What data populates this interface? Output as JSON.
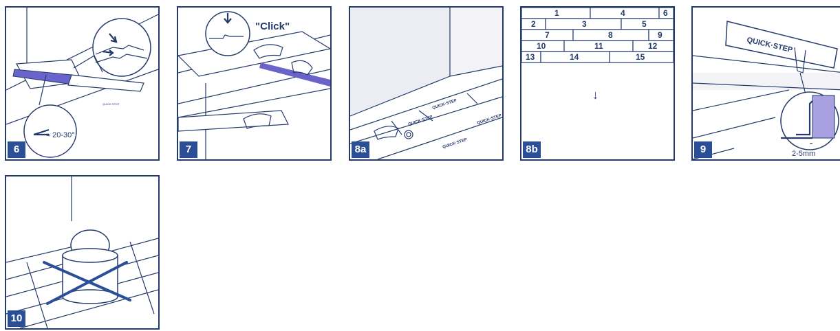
{
  "panels": {
    "p6": {
      "badge": "6",
      "angle_label": "≈ 20-30°"
    },
    "p7": {
      "badge": "7",
      "click_label": "\"Click\""
    },
    "p8a": {
      "badge": "8a",
      "brand_text": "QUICK·STEP"
    },
    "p8b": {
      "badge": "8b",
      "rows": [
        [
          "1",
          "4",
          "6"
        ],
        [
          "2",
          "3",
          "5"
        ],
        [
          "7",
          "8",
          "9"
        ],
        [
          "10",
          "11",
          "12"
        ],
        [
          "13",
          "14",
          "15"
        ]
      ],
      "arrow": "↓"
    },
    "p9": {
      "badge": "9",
      "brand_text": "QUICK·STEP",
      "gap_label": "2-5mm"
    },
    "p10": {
      "badge": "10"
    }
  },
  "colors": {
    "line": "#243a6a",
    "accent": "#2a4f97",
    "strip": "#6a63c9"
  }
}
